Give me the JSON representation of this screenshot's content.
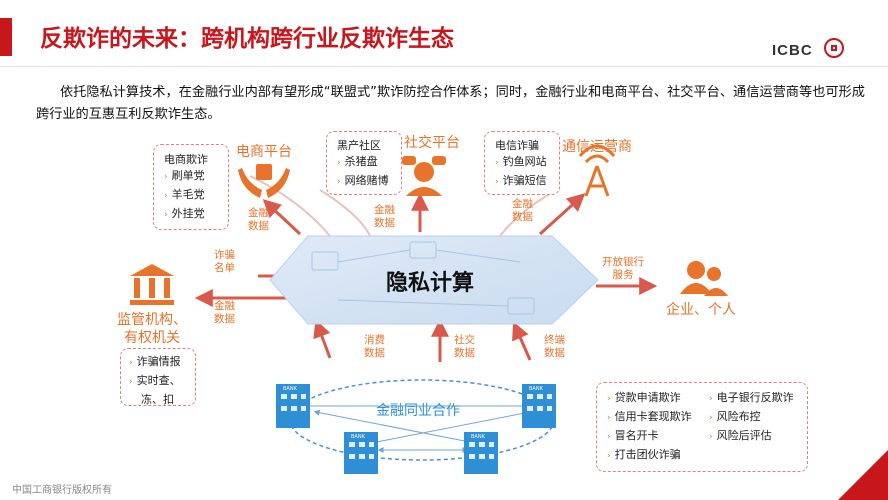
{
  "title": "反欺诈的未来：跨机构跨行业反欺诈生态",
  "logo": {
    "text": "ICBC",
    "icon": "icbc-logo-icon",
    "color": "#c8161d"
  },
  "intro": "依托隐私计算技术，在金融行业内部有望形成“联盟式”欺诈防控合作体系；同时，金融行业和电商平台、社交平台、通信运营商等也可形成跨行业的互惠互利反欺诈生态。",
  "center": {
    "label": "隐私计算"
  },
  "ecommerce": {
    "label": "电商平台",
    "box_title": "电商欺诈",
    "items": [
      "刷单党",
      "羊毛党",
      "外挂党"
    ],
    "flow": [
      "金融",
      "数据"
    ]
  },
  "social": {
    "label": "社交平台",
    "box_title": "黑产社区",
    "items": [
      "杀猪盘",
      "网络赌博"
    ],
    "flow": [
      "金融",
      "数据"
    ]
  },
  "telecom": {
    "label": "通信运营商",
    "box_title": "电信诈骗",
    "items": [
      "钓鱼网站",
      "诈骗短信"
    ],
    "flow": [
      "金融",
      "数据"
    ]
  },
  "regulator": {
    "label": [
      "监管机构、",
      "有权机关"
    ],
    "items": [
      "诈骗情报",
      "实时查、",
      "冻、扣"
    ],
    "flow_in": [
      "诈骗",
      "名单"
    ],
    "flow_out": [
      "金融",
      "数据"
    ]
  },
  "enterprise": {
    "label": "企业、个人",
    "flow": [
      "开放银行",
      "服务"
    ]
  },
  "bottom_flows": {
    "left": [
      "消费",
      "数据"
    ],
    "middle": [
      "社交",
      "数据"
    ],
    "right": [
      "终端",
      "数据"
    ]
  },
  "banks": {
    "label": "金融同业合作",
    "building_text": "BANK"
  },
  "bank_box": {
    "col1": [
      "贷款申请欺诈",
      "信用卡套现欺诈",
      "冒名开卡",
      "打击团伙诈骗"
    ],
    "col2": [
      "电子银行反欺诈",
      "风险布控",
      "风险后评估"
    ]
  },
  "footer": "中国工商银行版权所有",
  "colors": {
    "accent": "#c8161d",
    "orange": "#e8732a",
    "blue": "#2f8fd6"
  }
}
